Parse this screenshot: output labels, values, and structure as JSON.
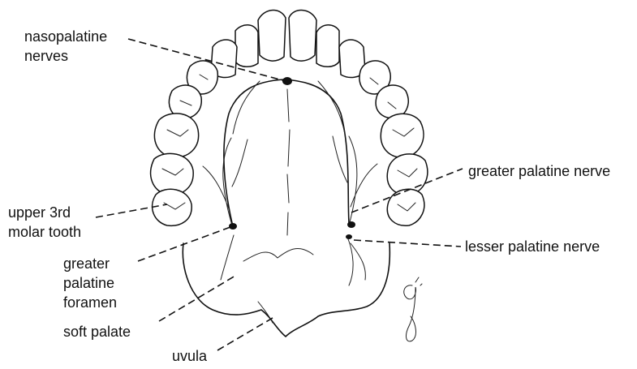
{
  "labels": {
    "nasopalatine_1": "nasopalatine",
    "nasopalatine_2": "nerves",
    "greater_palatine_nerve": "greater palatine nerve",
    "upper_molar_1": "upper 3rd",
    "upper_molar_2": "molar tooth",
    "lesser_palatine_nerve": "lesser palatine nerve",
    "foramen_1": "greater",
    "foramen_2": "palatine",
    "foramen_3": "foramen",
    "soft_palate": "soft palate",
    "uvula": "uvula"
  }
}
